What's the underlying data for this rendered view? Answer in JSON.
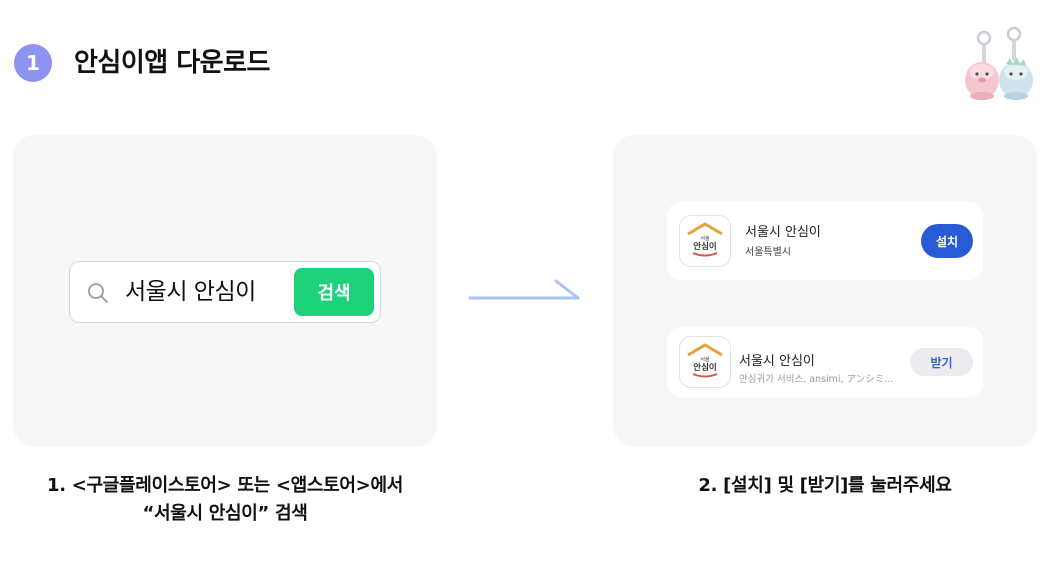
{
  "header": {
    "step_number": "1",
    "title": "안심이앱 다운로드"
  },
  "search": {
    "query": "서울시 안심이",
    "button_label": "검색"
  },
  "store_results": [
    {
      "app_name": "서울시 안심이",
      "publisher": "서울특별시",
      "action_label": "설치"
    },
    {
      "app_name": "서울시 안심이",
      "description": "안심귀가 서비스, ansimi, アンシミ...",
      "action_label": "받기"
    }
  ],
  "app_icon_text": {
    "top": "서울",
    "main": "안심이"
  },
  "captions": {
    "step1_line1": "1. <구글플레이스토어> 또는 <앱스토어>에서",
    "step1_line2": "“서울시 안심이” 검색",
    "step2": "2. [설치] 및 [받기]를 눌러주세요"
  },
  "colors": {
    "step_badge": "#8c93f0",
    "search_button": "#1dd27a",
    "install_button": "#2a5bd7",
    "get_button_text": "#3a62c9",
    "panel_bg": "#f7f7f7",
    "arrow": "#a9c6f2"
  },
  "icons": {
    "search": "magnifier-icon",
    "arrow": "right-arrow-icon",
    "mascot": "mascot-keyring-illustration"
  }
}
